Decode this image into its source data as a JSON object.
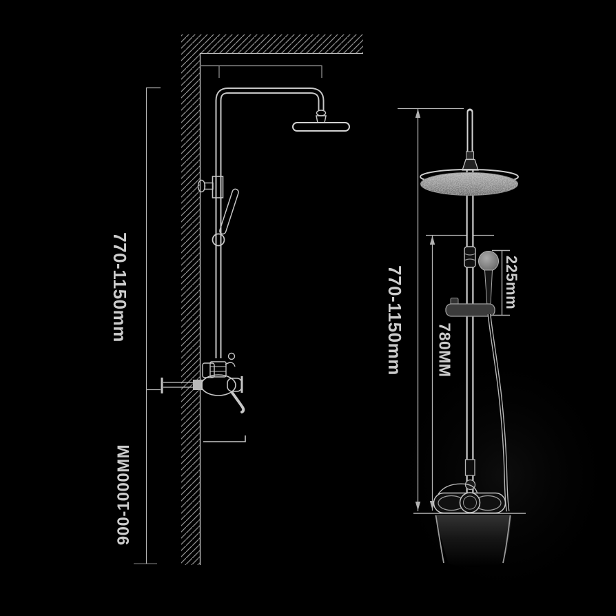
{
  "colors": {
    "background": "#000000",
    "line": "#c6c6c6",
    "hatch": "#8f8f8f",
    "dimension": "#b2b2b2",
    "text": "#cccccc",
    "metal_light": "#b5b5b5",
    "metal_dark": "#5a5a5a"
  },
  "diagram": {
    "type": "shower-system-installation-drawing",
    "views": {
      "left": "wall-section line drawing of shower column",
      "right": "product rendering of shower column with dimensions"
    }
  },
  "labels": {
    "left_height": "770-1150mm",
    "left_floor": "900-1000MM",
    "right_height": "770-1150mm",
    "right_column": "780MM",
    "right_hand_shower": "225mm"
  }
}
